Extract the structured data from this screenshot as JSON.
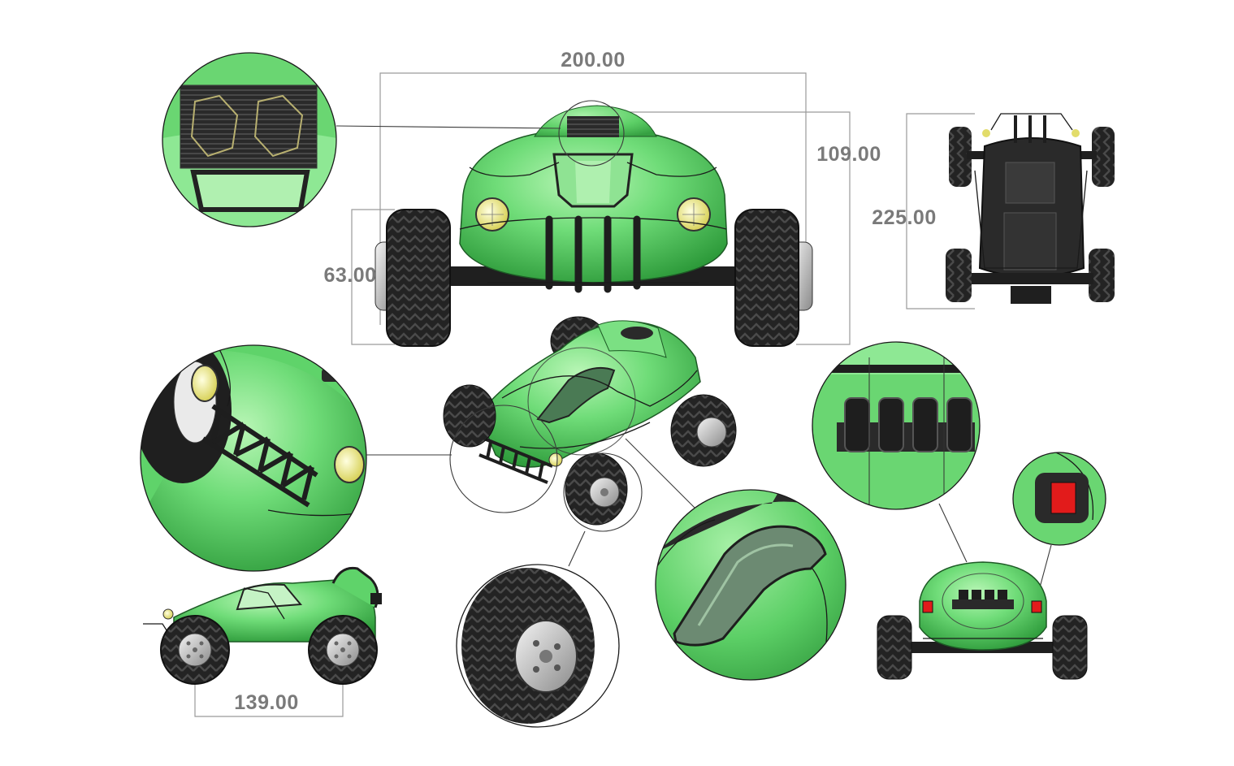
{
  "colors": {
    "body_green": "#5fd36a",
    "body_light": "#a8f0a8",
    "body_dark": "#2f9a3c",
    "tire": "#222222",
    "tire_tread": "#3c3c3c",
    "headlight": "#f4f08a",
    "taillight": "#e21b1b",
    "dimension_text": "#7a7a7a",
    "frame": "#1e1e1e",
    "rim": "#c9c9c9"
  },
  "dimensions": {
    "front_width": "200.00",
    "front_height": "109.00",
    "front_axle_height": "63.00",
    "top_length": "225.00",
    "side_wheelbase": "139.00"
  }
}
